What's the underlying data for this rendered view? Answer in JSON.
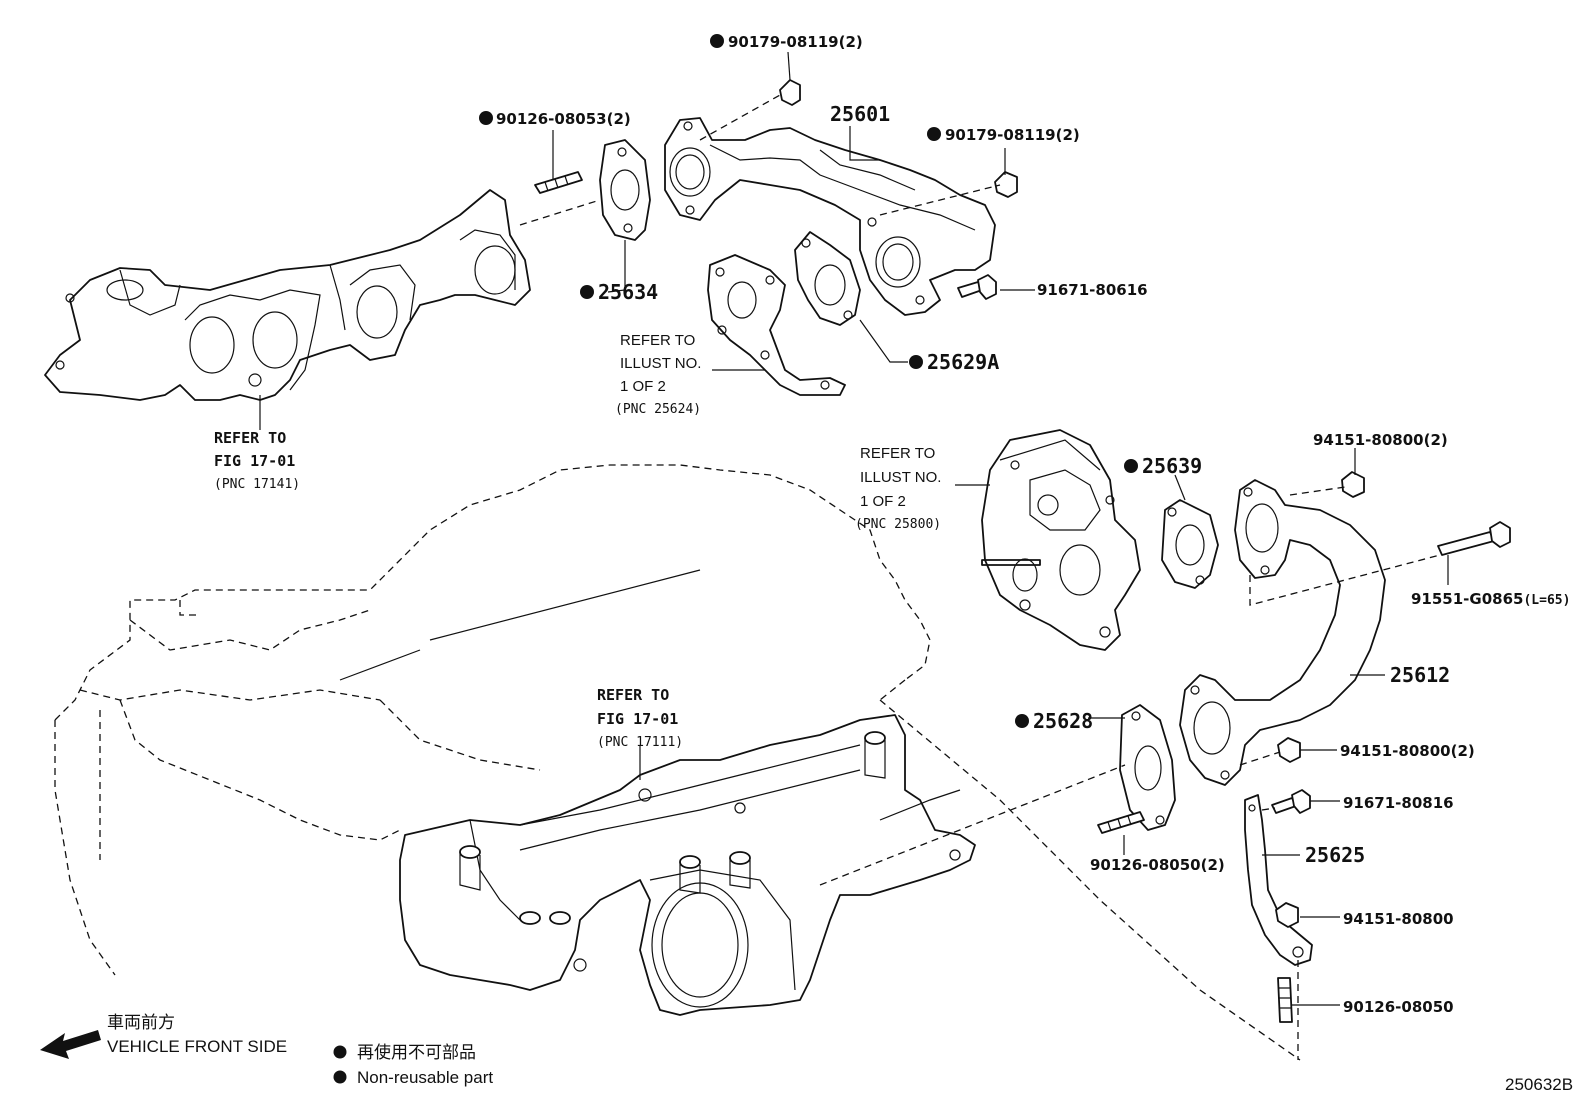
{
  "diagram_id": "250632B",
  "parts": {
    "p25601": "25601",
    "p25634": "25634",
    "p25629a": "25629A",
    "p25639": "25639",
    "p25612": "25612",
    "p25628": "25628",
    "p25625": "25625"
  },
  "fasteners": {
    "f1": "90179-08119(2)",
    "f2": "90126-08053(2)",
    "f3": "90179-08119(2)",
    "f4": "91671-80616",
    "f5": "94151-80800(2)",
    "f6": "91551-G0865",
    "f6_suffix": "(L=65)",
    "f7": "94151-80800(2)",
    "f8": "91671-80816",
    "f9": "90126-08050(2)",
    "f10": "94151-80800",
    "f11": "90126-08050"
  },
  "refs": {
    "r1": {
      "l1": "REFER TO",
      "l2": "ILLUST NO.",
      "l3": "1 OF 2",
      "l4": "(PNC 25624)"
    },
    "r2": {
      "l1": "REFER TO",
      "l2": "FIG 17-01",
      "l3": "(PNC 17141)"
    },
    "r3": {
      "l1": "REFER TO",
      "l2": "ILLUST NO.",
      "l3": "1 OF 2",
      "l4": "(PNC 25800)"
    },
    "r4": {
      "l1": "REFER TO",
      "l2": "FIG 17-01",
      "l3": "(PNC 17111)"
    }
  },
  "legend": {
    "front_jp": "車両前方",
    "front_en": "VEHICLE FRONT SIDE",
    "nonreuse_jp": "再使用不可部品",
    "nonreuse_en": "Non-reusable part"
  }
}
